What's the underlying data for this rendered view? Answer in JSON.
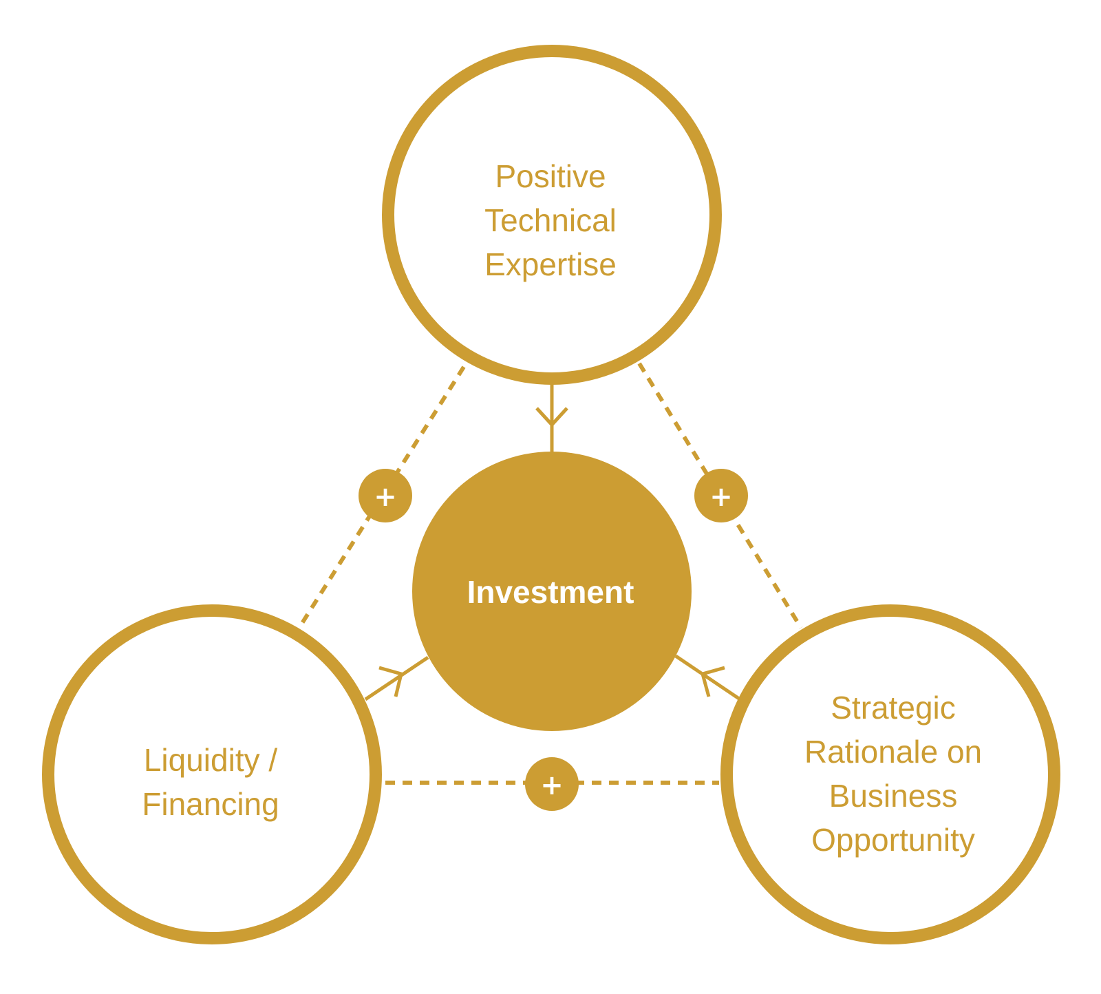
{
  "colors": {
    "accent": "#CC9D33",
    "background": "#FFFFFF",
    "center_text": "#FFFFFF"
  },
  "center": {
    "label": "Investment"
  },
  "nodes": {
    "top": {
      "lines": [
        "Positive",
        "Technical",
        "Expertise"
      ]
    },
    "left": {
      "lines": [
        "Liquidity /",
        "Financing"
      ]
    },
    "right": {
      "lines": [
        "Strategic",
        "Rationale on",
        "Business",
        "Opportunity"
      ]
    }
  },
  "connectors": {
    "synergy_symbol": "+"
  }
}
